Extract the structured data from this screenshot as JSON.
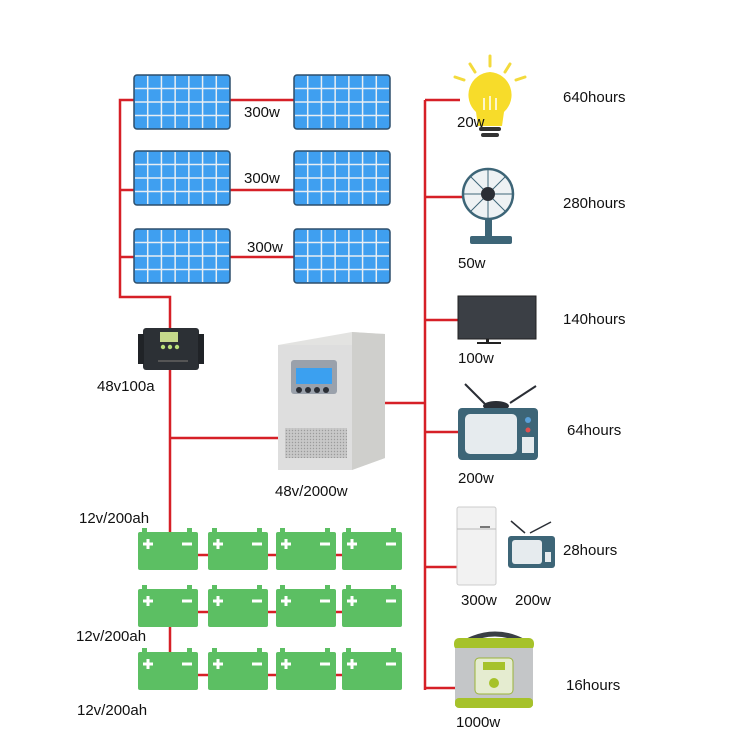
{
  "colors": {
    "wire": "#d62027",
    "panel": "#3f9ff0",
    "panel_frame": "#2f4f6b",
    "battery": "#5cbf63",
    "bulb": "#f7dc2a",
    "appliance_dark": "#3d6577"
  },
  "solar_array": {
    "rows": [
      {
        "label": "300w"
      },
      {
        "label": "300w"
      },
      {
        "label": "300w"
      }
    ]
  },
  "charge_controller": {
    "label": "48v100a"
  },
  "inverter": {
    "label": "48v/2000w"
  },
  "battery_bank": {
    "rows": [
      {
        "label": "12v/200ah"
      },
      {
        "label": "12v/200ah"
      },
      {
        "label": "12v/200ah"
      }
    ]
  },
  "loads": [
    {
      "icon": "light-bulb-icon",
      "power": "20w",
      "runtime": "640hours"
    },
    {
      "icon": "fan-icon",
      "power": "50w",
      "runtime": "280hours"
    },
    {
      "icon": "flat-tv-icon",
      "power": "100w",
      "runtime": "140hours"
    },
    {
      "icon": "retro-tv-icon",
      "power": "200w",
      "runtime": "64hours"
    },
    {
      "icon": "fridge-and-tv-icon",
      "power": "300w",
      "power2": "200w",
      "runtime": "28hours"
    },
    {
      "icon": "rice-cooker-icon",
      "power": "1000w",
      "runtime": "16hours"
    }
  ]
}
